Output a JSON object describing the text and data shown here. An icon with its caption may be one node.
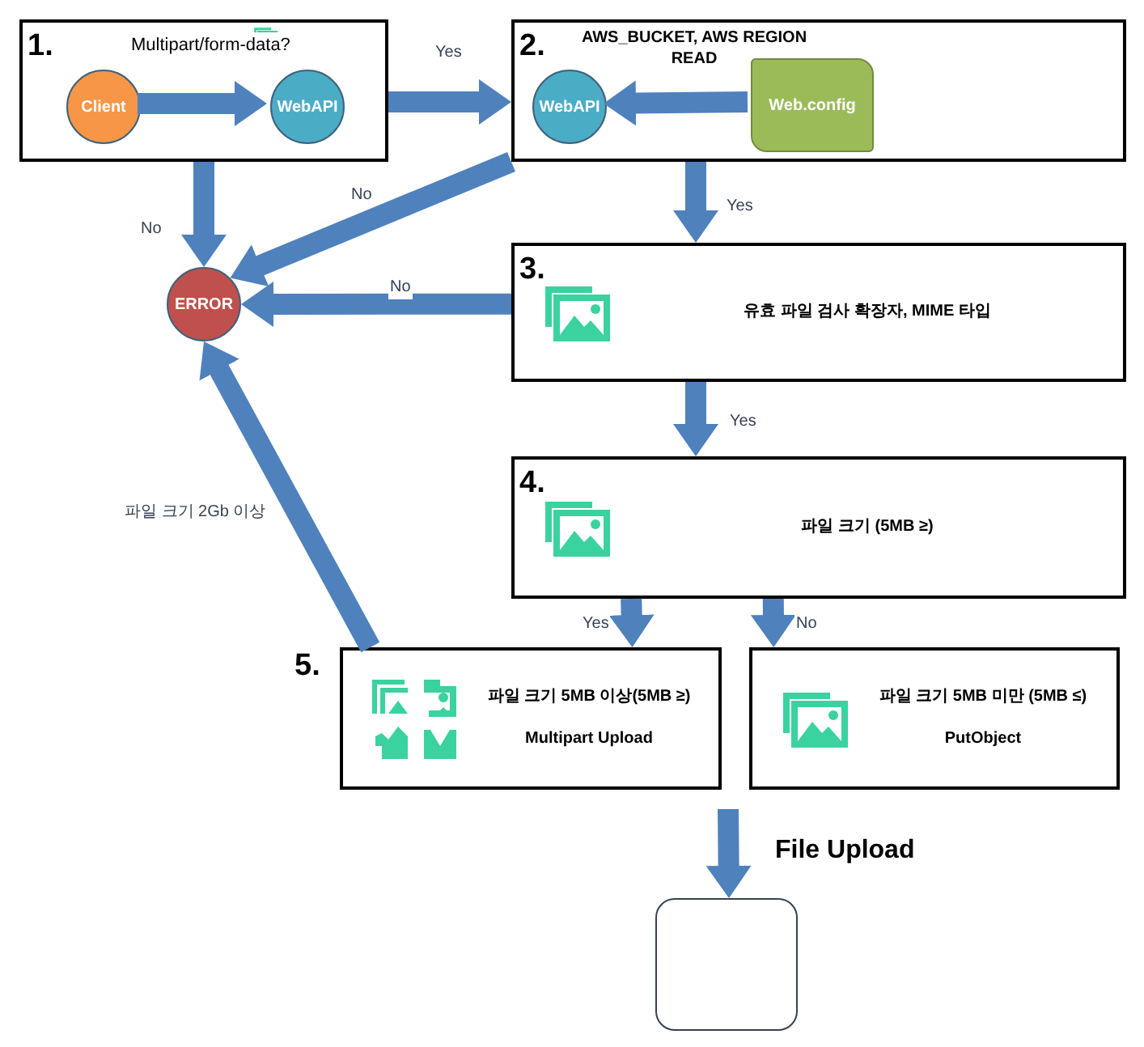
{
  "diagram": {
    "nodes": [
      {
        "text": [
          "1."
        ]
      },
      {
        "text": [
          "Client"
        ],
        "in": 0
      },
      {
        "text": [
          "WebAPI"
        ],
        "in": 0
      },
      {
        "text": [
          "2.",
          "AWS_BUCKET, AWS REGION READ"
        ]
      },
      {
        "text": [
          "WebAPI"
        ],
        "in": 3
      },
      {
        "text": [
          "Web.config"
        ],
        "in": 3
      },
      {
        "text": [
          "ERROR"
        ]
      },
      {
        "text": [
          "3.",
          "유효 파일 검사 확장자, MIME 타입"
        ]
      },
      {
        "text": [
          "4.",
          "파일 크기 (5MB ≥)"
        ]
      },
      {
        "text": [
          "5.",
          "파일 크기 5MB 이상(5MB ≥)",
          "Multipart Upload"
        ]
      },
      {
        "text": [
          "파일 크기 5MB 미만 (5MB ≤)",
          "PutObject"
        ]
      },
      {
        "text": [],
        "shape": "box"
      }
    ],
    "edges": [
      {
        "from": 1,
        "to": 2,
        "arrow": "to",
        "label": "Multipart/form-data?"
      },
      {
        "from": 0,
        "to": 3,
        "arrow": "to",
        "label": "Yes"
      },
      {
        "from": 0,
        "to": 6,
        "arrow": "to",
        "label": "No"
      },
      {
        "from": 3,
        "to": 6,
        "arrow": "to",
        "label": "No"
      },
      {
        "from": 5,
        "to": 4,
        "arrow": "to"
      },
      {
        "from": 3,
        "to": 7,
        "arrow": "to",
        "label": "Yes"
      },
      {
        "from": 7,
        "to": 6,
        "arrow": "to",
        "label": "No"
      },
      {
        "from": 7,
        "to": 8,
        "arrow": "to",
        "label": "Yes"
      },
      {
        "from": 8,
        "to": 9,
        "arrow": "to",
        "label": "Yes"
      },
      {
        "from": 8,
        "to": 10,
        "arrow": "to",
        "label": "No"
      },
      {
        "from": 9,
        "to": 6,
        "arrow": "to",
        "label": "파일 크기 2Gb 이상"
      },
      {
        "from": null,
        "to": 11,
        "arrow": "to",
        "label": "File Upload"
      }
    ]
  }
}
